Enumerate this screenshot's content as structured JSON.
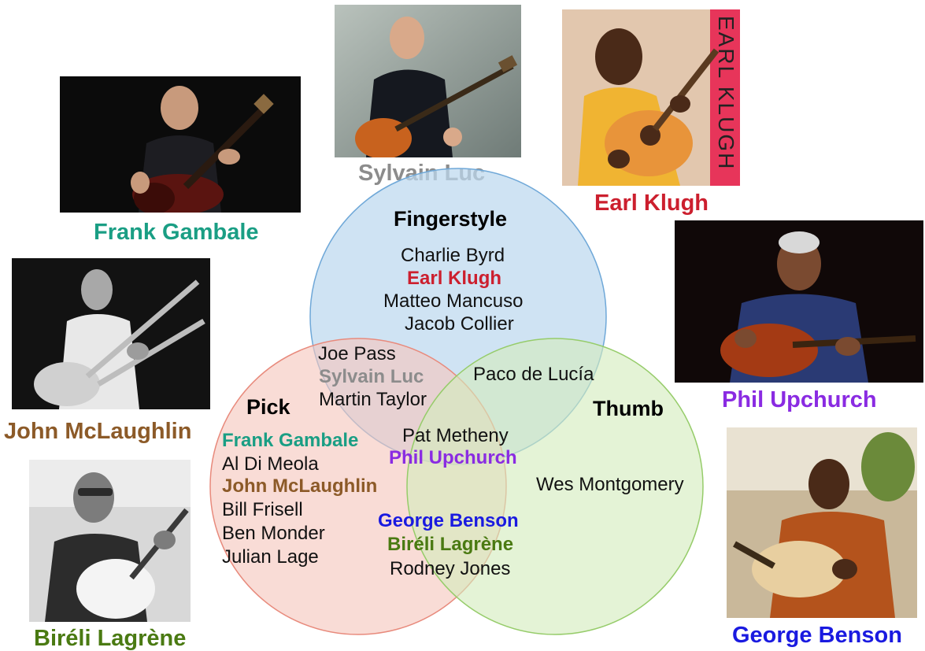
{
  "colors": {
    "fingerstyle_circle": "#bcd8ee",
    "pick_circle": "#f6c6bd",
    "thumb_circle": "#d3ecbd",
    "teal": "#1a9e84",
    "brown": "#8c5a28",
    "olive": "#4a7a12",
    "gray": "#8c8c8c",
    "red": "#cc1f2e",
    "purple": "#8a2be2",
    "blue": "#1a1ae0"
  },
  "venn": {
    "fingerstyle": {
      "label": "Fingerstyle",
      "names": [
        "Charlie Byrd",
        "Earl Klugh",
        "Matteo Mancuso",
        "Jacob Collier"
      ]
    },
    "pick": {
      "label": "Pick",
      "names": [
        "Frank Gambale",
        "Al Di Meola",
        "John McLaughlin",
        "Bill Frisell",
        "Ben Monder",
        "Julian Lage"
      ]
    },
    "thumb": {
      "label": "Thumb",
      "names": [
        "Wes Montgomery"
      ]
    },
    "fingerstyle_pick": [
      "Joe Pass",
      "Sylvain Luc",
      "Martin Taylor"
    ],
    "fingerstyle_thumb": [
      "Paco de Lucía"
    ],
    "all_three": [
      "Pat Metheny",
      "Phil Upchurch"
    ],
    "pick_thumb": [
      "George Benson",
      "Biréli Lagrène",
      "Rodney Jones"
    ]
  },
  "photos": {
    "frank_gambale": "Frank Gambale",
    "sylvain_luc": "Sylvain Luc",
    "earl_klugh": "Earl Klugh",
    "album_text": "EARL KLUGH",
    "john_mclaughlin": "John McLaughlin",
    "phil_upchurch": "Phil Upchurch",
    "bireli_lagrene": "Biréli Lagrène",
    "george_benson": "George Benson"
  }
}
